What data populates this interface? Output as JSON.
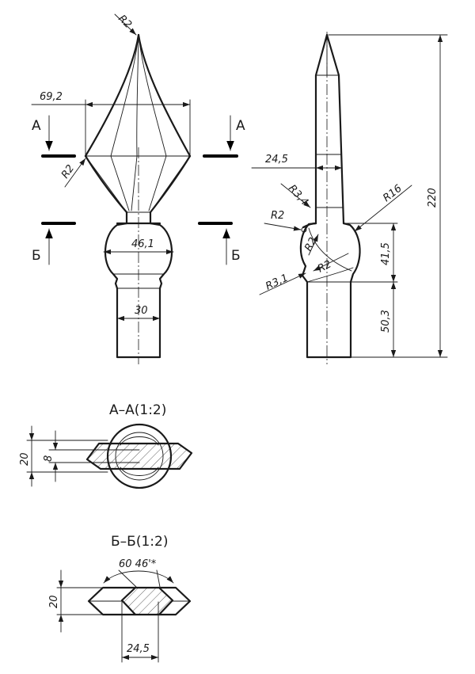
{
  "front_view": {
    "dims": {
      "tip_radius": "R2",
      "width": "69,2",
      "waist_radius": "R2",
      "knob_width": "46,1",
      "shaft_width": "30"
    },
    "cut_a_left": "А",
    "cut_a_right": "А",
    "cut_b_left": "Б",
    "cut_b_right": "Б"
  },
  "side_view": {
    "dims": {
      "blade_width": "24,5",
      "radius_a": "R3,4",
      "radius_b": "R16",
      "radius_c": "R2",
      "radius_d": "R2",
      "radius_e": "R2",
      "radius_f": "R3,1",
      "knob_height": "41,5",
      "shaft_height": "50,3",
      "total_height": "220"
    }
  },
  "section_a": {
    "title": "А–А(1:2)",
    "dims": {
      "outer": "20",
      "inner": "8"
    }
  },
  "section_b": {
    "title": "Б–Б(1:2)",
    "dims": {
      "angle": "60 46'*",
      "height": "20",
      "width": "24,5"
    }
  }
}
